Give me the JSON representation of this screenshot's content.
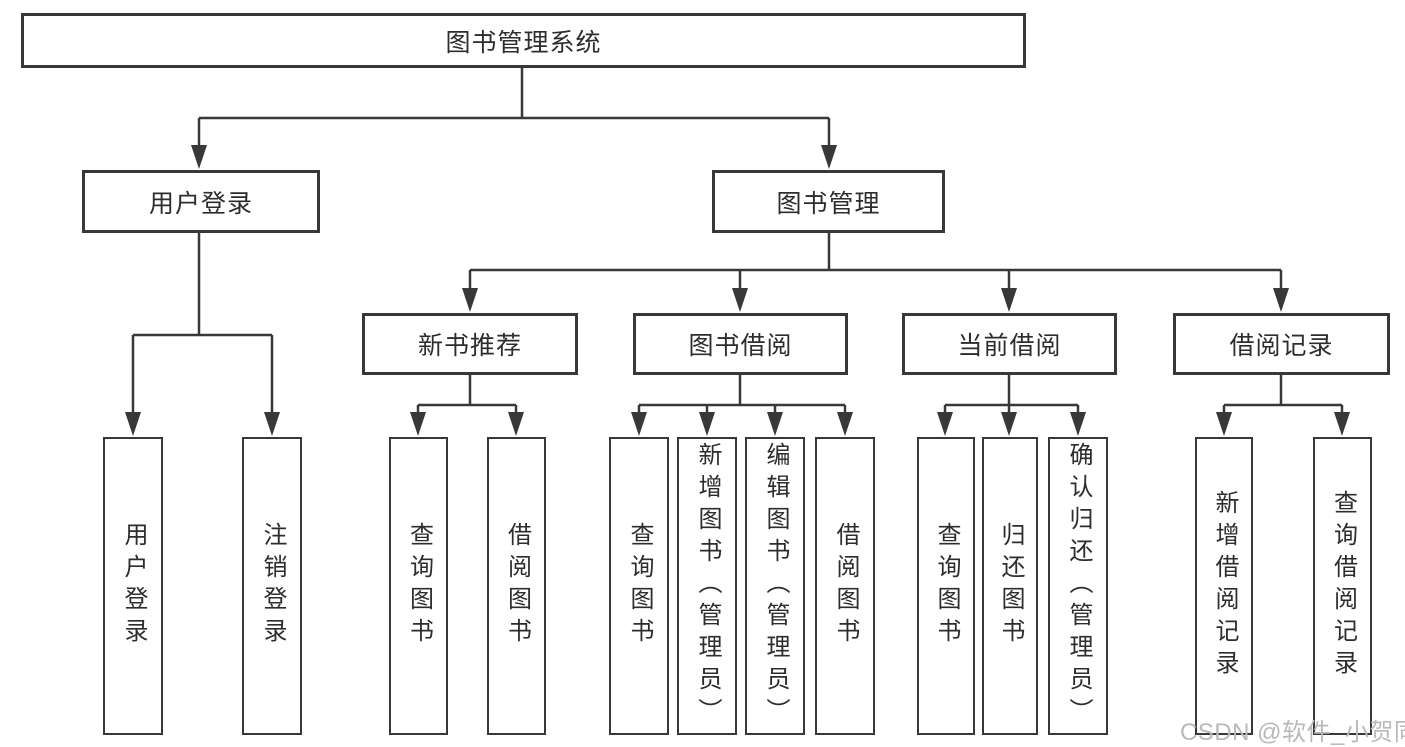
{
  "tree": {
    "label": "图书管理系统",
    "children": [
      {
        "label": "用户登录",
        "children": [
          {
            "label": "用户登录"
          },
          {
            "label": "注销登录"
          }
        ]
      },
      {
        "label": "图书管理",
        "children": [
          {
            "label": "新书推荐",
            "children": [
              {
                "label": "查询图书"
              },
              {
                "label": "借阅图书"
              }
            ]
          },
          {
            "label": "图书借阅",
            "children": [
              {
                "label": "查询图书"
              },
              {
                "label": "新增图书（管理员）"
              },
              {
                "label": "编辑图书（管理员）"
              },
              {
                "label": "借阅图书"
              }
            ]
          },
          {
            "label": "当前借阅",
            "children": [
              {
                "label": "查询图书"
              },
              {
                "label": "归还图书"
              },
              {
                "label": "确认归还（管理员）"
              }
            ]
          },
          {
            "label": "借阅记录",
            "children": [
              {
                "label": "新增借阅记录"
              },
              {
                "label": "查询借阅记录"
              }
            ]
          }
        ]
      }
    ]
  },
  "watermark": {
    "text": "CSDN @软件_小贺同学"
  },
  "colors": {
    "line": "#383838",
    "text": "#2d2d2d",
    "watermark": "#b9b9b9",
    "background": "#ffffff"
  }
}
